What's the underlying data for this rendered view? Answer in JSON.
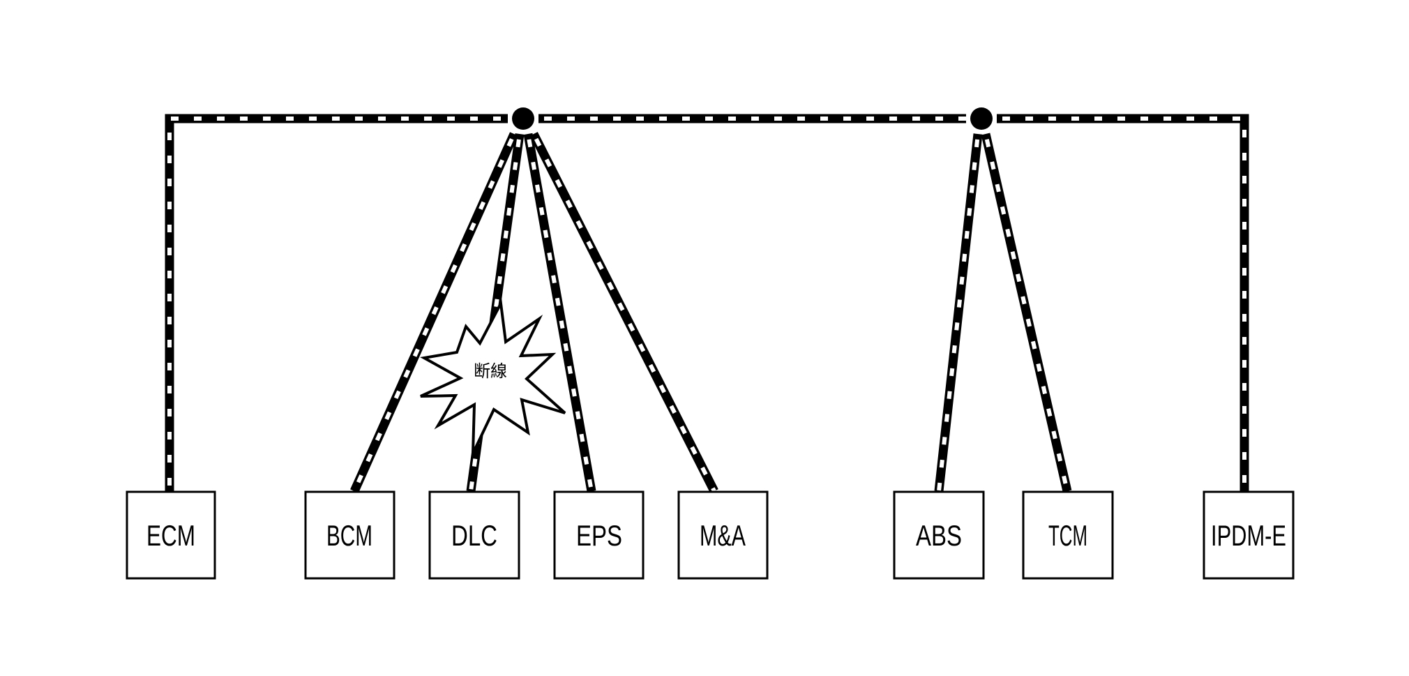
{
  "colors": {
    "line": "#000000",
    "dash": "#ffffff",
    "background": "#ffffff"
  },
  "bus": {
    "nodes": [
      "junction-1",
      "junction-2"
    ]
  },
  "modules": [
    {
      "id": "ecm",
      "label": "ECM",
      "connected_to": "bus-left-end"
    },
    {
      "id": "bcm",
      "label": "BCM",
      "connected_to": "junction-1"
    },
    {
      "id": "dlc",
      "label": "DLC",
      "connected_to": "junction-1",
      "broken": true
    },
    {
      "id": "eps",
      "label": "EPS",
      "connected_to": "junction-1"
    },
    {
      "id": "ma",
      "label": "M&A",
      "connected_to": "junction-1"
    },
    {
      "id": "abs",
      "label": "ABS",
      "connected_to": "junction-2"
    },
    {
      "id": "tcm",
      "label": "TCM",
      "connected_to": "junction-2"
    },
    {
      "id": "ipdm",
      "label": "IPDM-E",
      "connected_to": "bus-right-end"
    }
  ],
  "fault": {
    "label": "断線",
    "on_line": "dlc"
  }
}
